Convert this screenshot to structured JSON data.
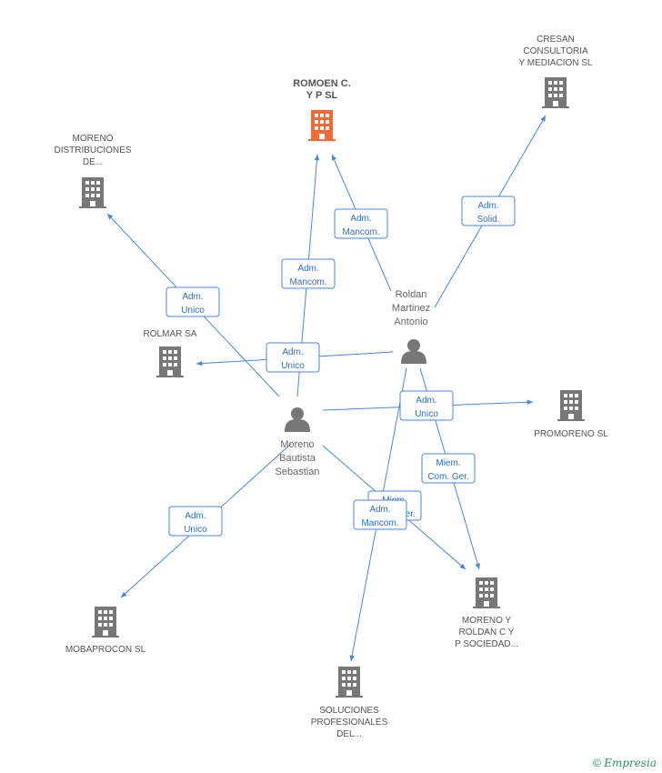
{
  "colors": {
    "highlight": "#f26a35",
    "building": "#777777",
    "edge": "#4a86d8",
    "person": "#777777"
  },
  "companies": [
    {
      "id": "romoen",
      "lines": [
        "ROMOEN C.",
        "Y P SL"
      ],
      "highlight": true
    },
    {
      "id": "cresan",
      "lines": [
        "CRESAN",
        "CONSULTORIA",
        "Y MEDIACION  SL"
      ]
    },
    {
      "id": "moreno_dist",
      "lines": [
        "MORENO",
        "DISTRIBUCIONES",
        "DE..."
      ]
    },
    {
      "id": "rolmar",
      "lines": [
        "ROLMAR SA"
      ]
    },
    {
      "id": "promoreno",
      "lines": [
        "PROMORENO SL"
      ]
    },
    {
      "id": "moreno_roldan",
      "lines": [
        "MORENO Y",
        "ROLDAN C Y",
        "P SOCIEDAD..."
      ]
    },
    {
      "id": "mobaprocon",
      "lines": [
        "MOBAPROCON SL"
      ]
    },
    {
      "id": "soluciones",
      "lines": [
        "SOLUCIONES",
        "PROFESIONALES",
        "DEL..."
      ]
    }
  ],
  "people": [
    {
      "id": "roldan",
      "lines": [
        "Roldan",
        "Martinez",
        "Antonio"
      ]
    },
    {
      "id": "moreno",
      "lines": [
        "Moreno",
        "Bautista",
        "Sebastian"
      ]
    }
  ],
  "edges": [
    {
      "id": "moreno-romoen",
      "lines": [
        "Adm.",
        "Mancom."
      ]
    },
    {
      "id": "roldan-romoen",
      "lines": [
        "Adm.",
        "Mancom."
      ]
    },
    {
      "id": "roldan-cresan",
      "lines": [
        "Adm.",
        "Solid."
      ]
    },
    {
      "id": "moreno-morenodist",
      "lines": [
        "Adm.",
        "Unico"
      ]
    },
    {
      "id": "roldan-rolmar",
      "lines": [
        "Adm.",
        "Unico"
      ]
    },
    {
      "id": "moreno-promoreno",
      "lines": [
        "Adm.",
        "Unico"
      ]
    },
    {
      "id": "roldan-morenoroldan",
      "lines": [
        "Miem.",
        "Com. Ger."
      ]
    },
    {
      "id": "moreno-morenoroldan",
      "lines": [
        "Miem.",
        "Com. Ger."
      ]
    },
    {
      "id": "roldan-soluciones",
      "lines": [
        "Adm.",
        "Mancom."
      ]
    },
    {
      "id": "moreno-mobaprocon",
      "lines": [
        "Adm.",
        "Unico"
      ]
    }
  ],
  "footer": {
    "copyright": "©",
    "brand": "Empresia"
  }
}
